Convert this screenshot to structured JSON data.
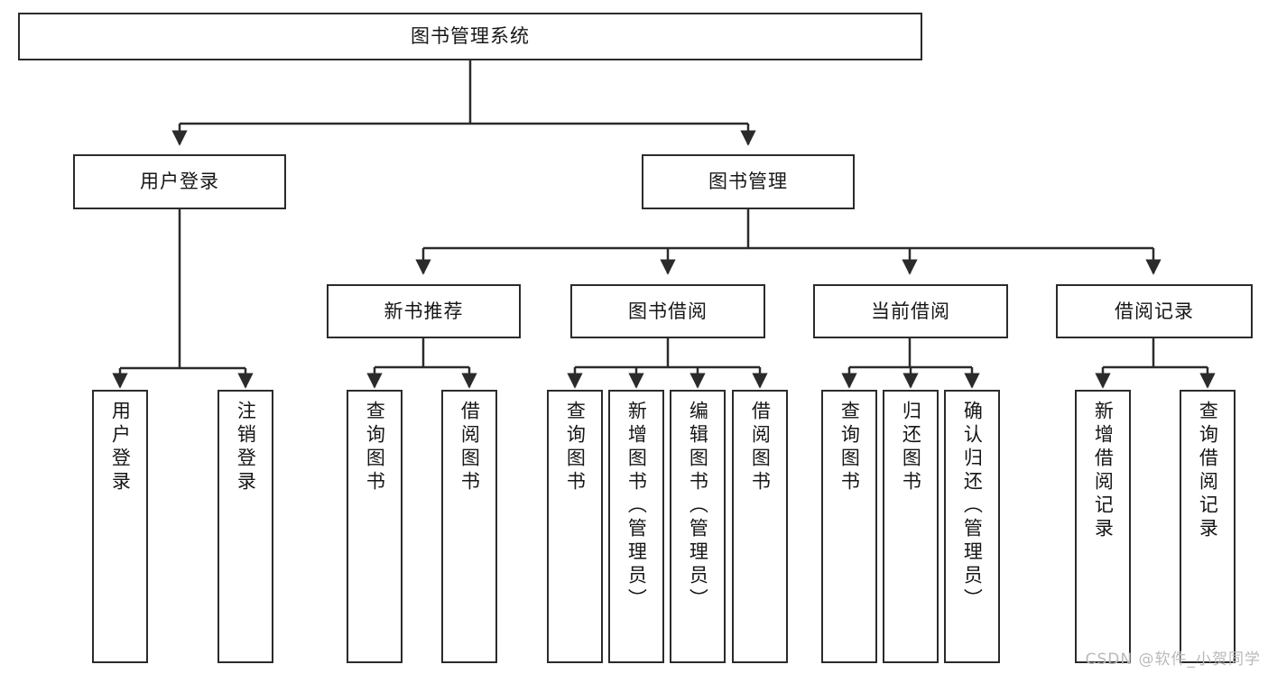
{
  "diagram": {
    "type": "tree",
    "title": "图书管理系统",
    "orientation": "top-down",
    "stroke_color": "#2b2b2b",
    "fill_color": "#ffffff",
    "text_color": "#161616"
  },
  "nodes": {
    "root": {
      "label": "图书管理系统",
      "level": 1
    },
    "l2": [
      {
        "id": "user-login",
        "label": "用户登录",
        "level": 2
      },
      {
        "id": "book-manage",
        "label": "图书管理",
        "level": 2
      }
    ],
    "l3": [
      {
        "id": "new-book-rec",
        "label": "新书推荐",
        "level": 3,
        "parent": "book-manage"
      },
      {
        "id": "book-borrow",
        "label": "图书借阅",
        "level": 3,
        "parent": "book-manage"
      },
      {
        "id": "current-borrow",
        "label": "当前借阅",
        "level": 3,
        "parent": "book-manage"
      },
      {
        "id": "borrow-record",
        "label": "借阅记录",
        "level": 3,
        "parent": "book-manage"
      }
    ],
    "leaves": [
      {
        "id": "leaf-user-login",
        "label": "用户登录",
        "parent": "user-login"
      },
      {
        "id": "leaf-user-logout",
        "label": "注销登录",
        "parent": "user-login"
      },
      {
        "id": "leaf-query-book-1",
        "label": "查询图书",
        "parent": "new-book-rec"
      },
      {
        "id": "leaf-borrow-book-1",
        "label": "借阅图书",
        "parent": "new-book-rec"
      },
      {
        "id": "leaf-query-book-2",
        "label": "查询图书",
        "parent": "book-borrow"
      },
      {
        "id": "leaf-add-book",
        "label": "新增图书（管理员）",
        "parent": "book-borrow"
      },
      {
        "id": "leaf-edit-book",
        "label": "编辑图书（管理员）",
        "parent": "book-borrow"
      },
      {
        "id": "leaf-borrow-book-2",
        "label": "借阅图书",
        "parent": "book-borrow"
      },
      {
        "id": "leaf-query-book-3",
        "label": "查询图书",
        "parent": "current-borrow"
      },
      {
        "id": "leaf-return-book",
        "label": "归还图书",
        "parent": "current-borrow"
      },
      {
        "id": "leaf-confirm-return",
        "label": "确认归还（管理员）",
        "parent": "current-borrow"
      },
      {
        "id": "leaf-add-record",
        "label": "新增借阅记录",
        "parent": "borrow-record"
      },
      {
        "id": "leaf-query-record",
        "label": "查询借阅记录",
        "parent": "borrow-record"
      }
    ]
  },
  "watermark": {
    "text": "CSDN @软件_小贺同学"
  }
}
